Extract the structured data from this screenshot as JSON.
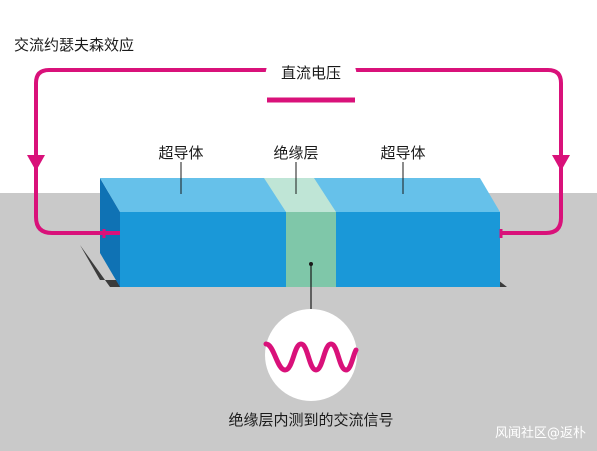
{
  "title": "交流约瑟夫森效应",
  "labels": {
    "voltage": "直流电压",
    "superconductor_left": "超导体",
    "insulator": "绝缘层",
    "superconductor_right": "超导体",
    "caption": "绝缘层内测到的交流信号",
    "watermark": "风闻社区@返朴"
  },
  "colors": {
    "wire": "#d9117a",
    "block_top": "#66c1ea",
    "block_front": "#1a98d8",
    "block_side": "#0f72b4",
    "insulator_front": "#7fc7a9",
    "insulator_top": "#bfe5d6",
    "floor": "#c9c9c9",
    "background": "#ffffff",
    "shadow": "#3b3b3b"
  }
}
